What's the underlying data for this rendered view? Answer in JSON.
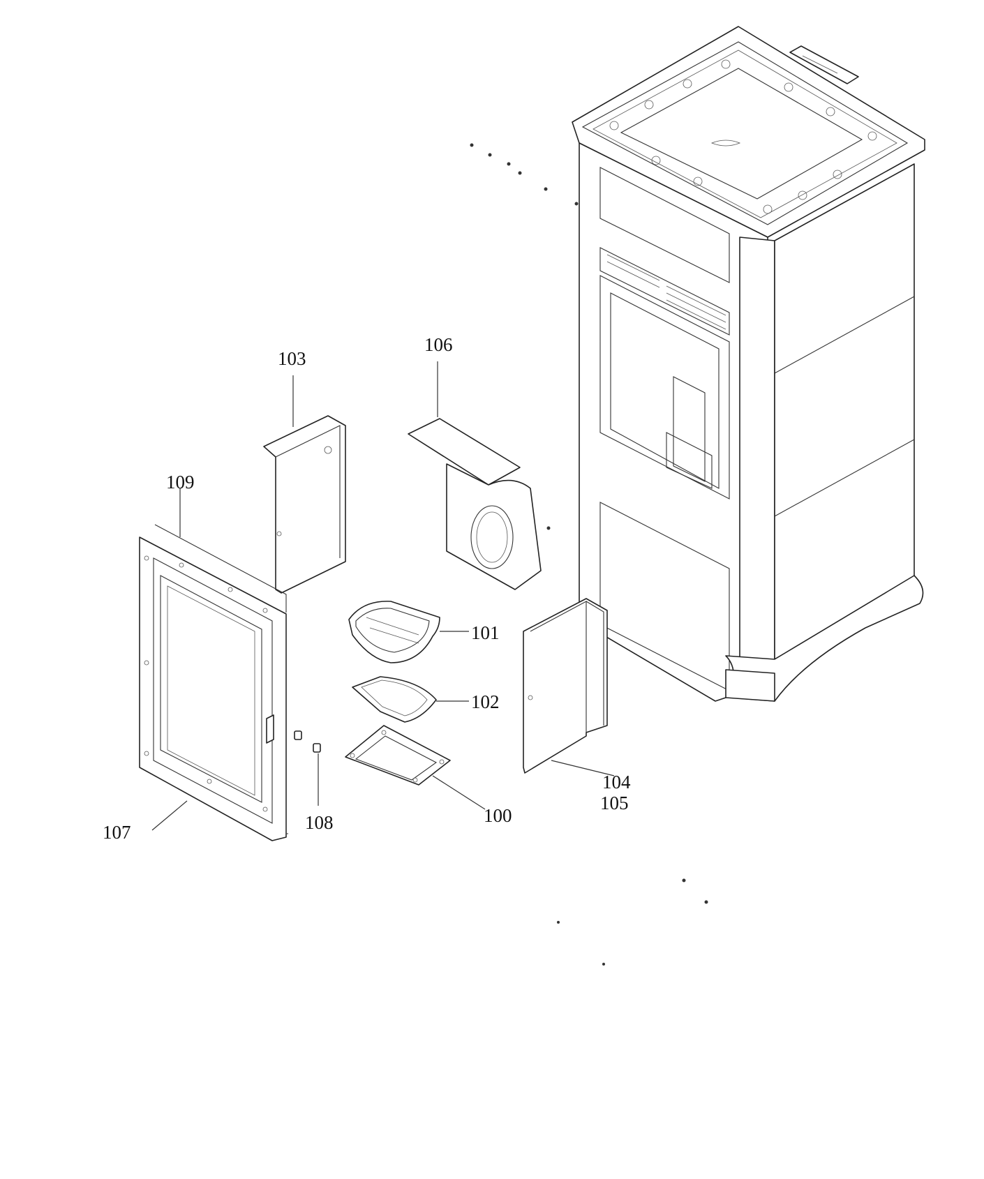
{
  "callouts": {
    "p100": "100",
    "p101": "101",
    "p102": "102",
    "p103": "103",
    "p104": "104",
    "p105": "105",
    "p106": "106",
    "p107": "107",
    "p108": "108",
    "p109": "109"
  }
}
